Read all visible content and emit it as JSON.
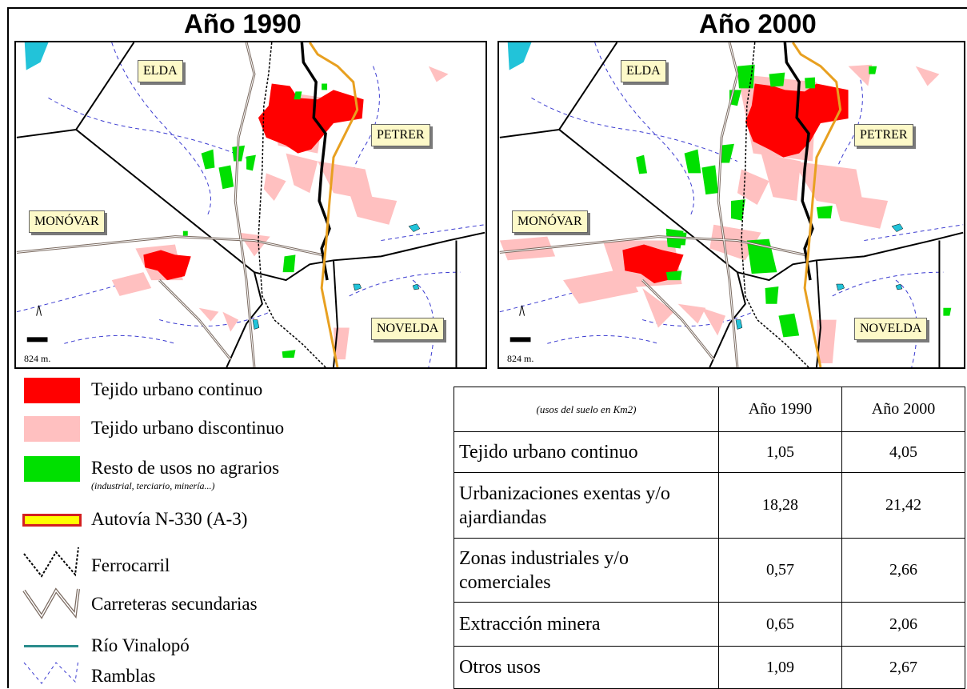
{
  "maps": [
    {
      "title": "Año 1990",
      "labels": {
        "elda": "ELDA",
        "petrer": "PETRER",
        "monovar": "MONÓVAR",
        "novelda": "NOVELDA"
      },
      "scale": "824 m.",
      "north": "N"
    },
    {
      "title": "Año 2000",
      "labels": {
        "elda": "ELDA",
        "petrer": "PETRER",
        "monovar": "MONÓVAR",
        "novelda": "NOVELDA"
      },
      "scale": "824 m.",
      "north": "N"
    }
  ],
  "legend": {
    "urbano_continuo": "Tejido urbano continuo",
    "urbano_discontinuo": "Tejido urbano discontinuo",
    "resto_usos": "Resto de usos no agrarios",
    "resto_usos_sub": "(industrial, terciario, minería...)",
    "autovia": "Autovía N-330 (A-3)",
    "ferrocarril": "Ferrocarril",
    "carreteras": "Carreteras secundarias",
    "rio": "Río Vinalopó",
    "ramblas": "Ramblas"
  },
  "colors": {
    "urbano_continuo": "#ff0000",
    "urbano_discontinuo": "#ffc0c0",
    "resto_usos": "#00e000",
    "autovia_fill": "#ffff00",
    "autovia_border": "#d42020",
    "rio": "#2a8c8c",
    "agua": "#22c3d9",
    "label_bg": "#fdf9c8"
  },
  "table": {
    "caption": "(usos del suelo en Km2)",
    "col_1990": "Año 1990",
    "col_2000": "Año 2000",
    "rows": [
      {
        "label": "Tejido urbano continuo",
        "v1990": "1,05",
        "v2000": "4,05"
      },
      {
        "label": "Urbanizaciones exentas y/o ajardiandas",
        "v1990": "18,28",
        "v2000": "21,42"
      },
      {
        "label": "Zonas industriales y/o comerciales",
        "v1990": "0,57",
        "v2000": "2,66"
      },
      {
        "label": "Extracción minera",
        "v1990": "0,65",
        "v2000": "2,06"
      },
      {
        "label": "Otros usos",
        "v1990": "1,09",
        "v2000": "2,67"
      }
    ]
  }
}
